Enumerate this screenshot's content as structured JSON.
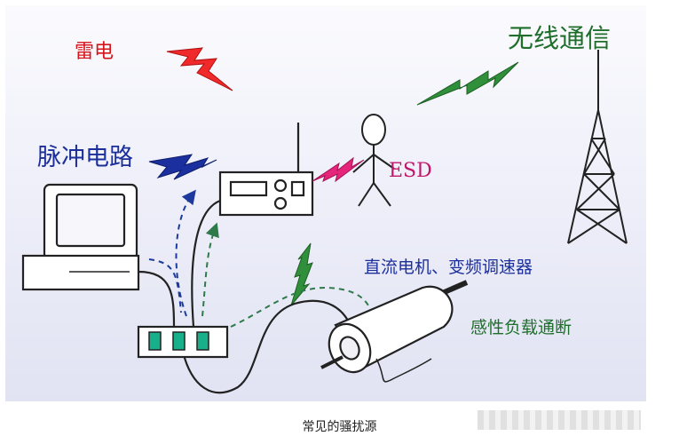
{
  "labels": {
    "lightning": "雷电",
    "wireless": "无线通信",
    "pulse_circuit": "脉冲电路",
    "esd": "ESD",
    "motor": "直流电机、变频调速器",
    "inductive_load": "感性负载通断"
  },
  "caption": "常见的骚扰源",
  "colors": {
    "lightning_bolt": "#f02a2a",
    "wireless_bolt": "#2f8f3a",
    "pulse_bolt": "#1b2f9e",
    "esd_bolt": "#e5257a",
    "cable_dash": "#2f7a4a",
    "pulse_dash": "#1c3a9e"
  },
  "icons": [
    "lightning-bolt-icon",
    "computer-icon",
    "radio-device-icon",
    "person-icon",
    "antenna-tower-icon",
    "power-strip-icon",
    "motor-icon"
  ]
}
